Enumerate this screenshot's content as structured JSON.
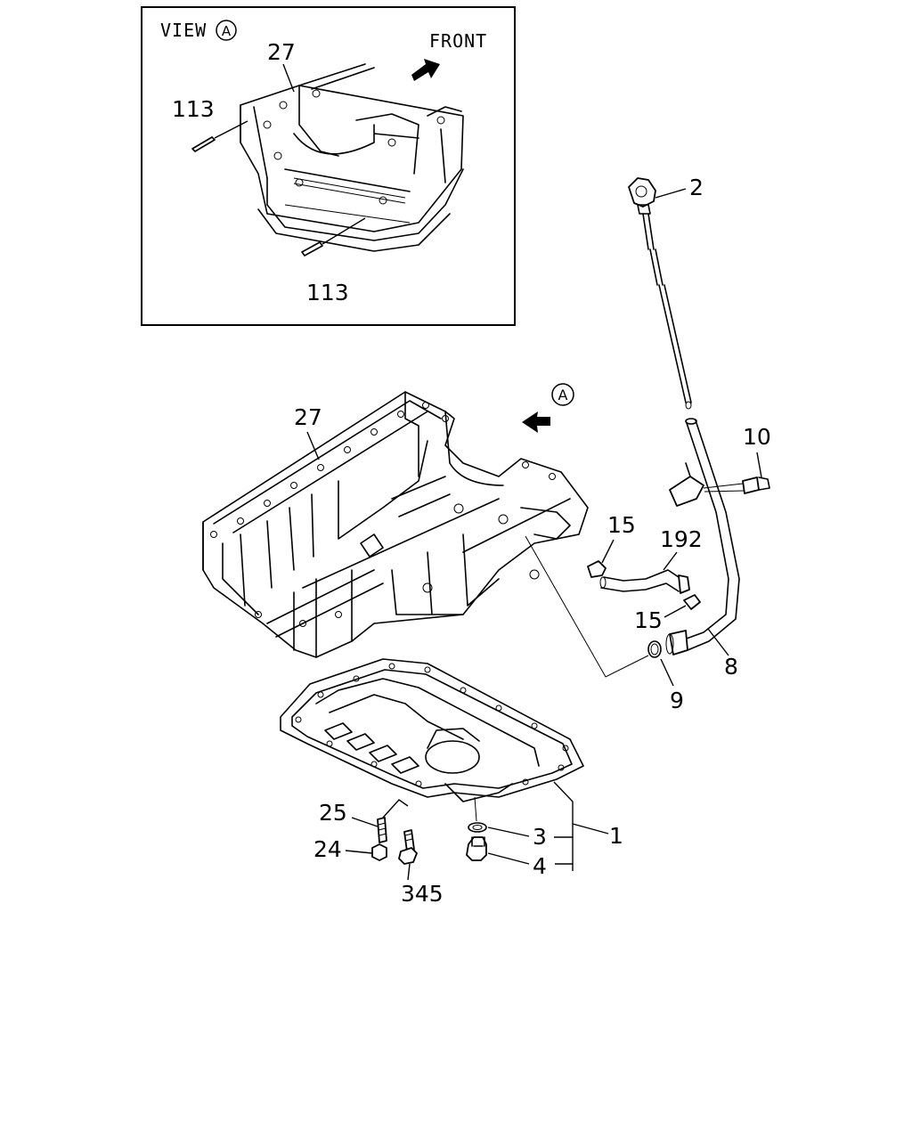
{
  "inset": {
    "view_label": "VIEW",
    "view_marker": "A",
    "front_label": "FRONT",
    "callouts": {
      "part_27": "27",
      "pin_113_upper": "113",
      "pin_113_lower": "113"
    }
  },
  "main": {
    "view_marker": "A",
    "callouts": {
      "block_27": "27",
      "dipstick_2": "2",
      "bolt_10": "10",
      "clip_15_upper": "15",
      "hose_192": "192",
      "clip_15_lower": "15",
      "tube_8": "8",
      "oring_9": "9",
      "oil_pan_1": "1",
      "washer_3": "3",
      "drain_plug_4": "4",
      "stud_25": "25",
      "nut_24": "24",
      "bolt_345": "345"
    }
  }
}
